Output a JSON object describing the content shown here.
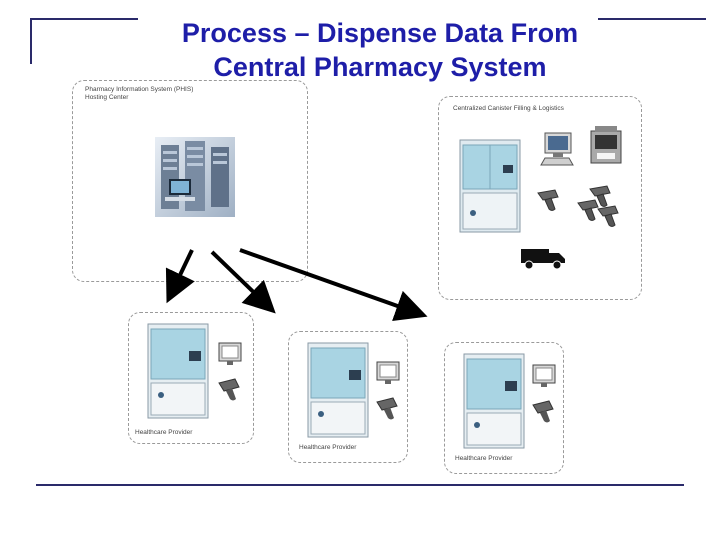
{
  "title": {
    "line1": "Process – Dispense Data From",
    "line2": "Central Pharmacy System"
  },
  "phis_box": {
    "label_line1": "Pharmacy Information System (PHIS)",
    "label_line2": "Hosting Center",
    "icon": "server-rack-icon"
  },
  "central_box": {
    "label": "Centralized Canister Filling & Logistics",
    "icons": [
      "dispensing-cabinet-icon",
      "computer-icon",
      "label-printer-icon",
      "barcode-scanner-icon",
      "delivery-truck-icon"
    ]
  },
  "providers": [
    {
      "label": "Healthcare Provider"
    },
    {
      "label": "Healthcare Provider"
    },
    {
      "label": "Healthcare Provider"
    }
  ],
  "colors": {
    "title": "#1e1ea8",
    "rule": "#2a2a6a",
    "box_border": "#9a9a9a",
    "cabinet_blue": "#a9d4e3",
    "arrow": "#000000"
  }
}
